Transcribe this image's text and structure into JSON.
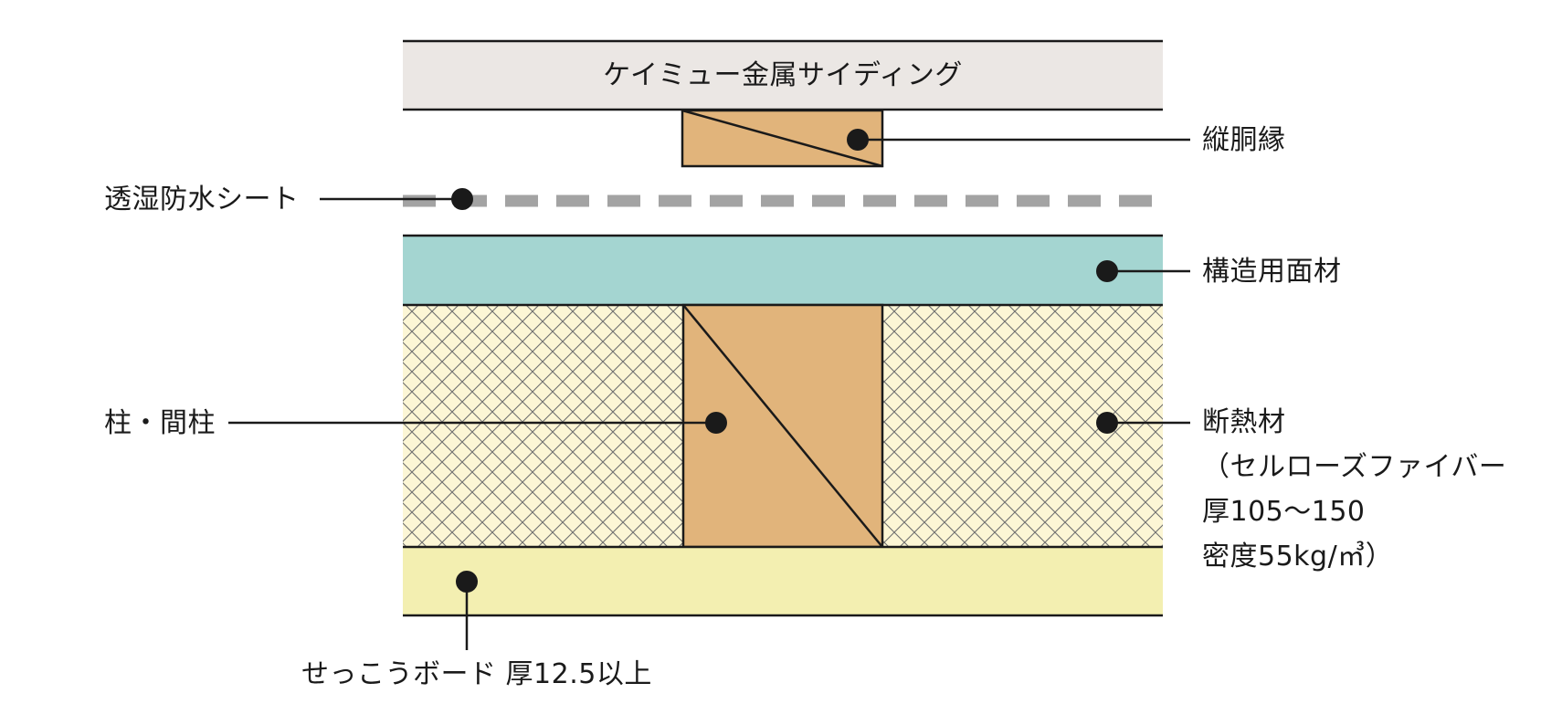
{
  "layers": {
    "siding": {
      "label": "ケイミュー金属サイディング",
      "color": "#ebe7e4"
    },
    "furring": {
      "label": "縦胴縁",
      "color": "#e1b47b"
    },
    "membrane": {
      "label": "透湿防水シート",
      "color": "#a3a3a3"
    },
    "sheathing": {
      "label": "構造用面材",
      "color": "#a4d5d1"
    },
    "studs": {
      "label": "柱・間柱",
      "color": "#e1b47b"
    },
    "insulation": {
      "label": "断熱材",
      "lines": [
        "（セルローズファイバー",
        "厚105〜150",
        "密度55kg/㎥）"
      ],
      "color": "#fcf6d5"
    },
    "gypsum": {
      "label": "せっこうボード 厚12.5以上",
      "color": "#f3efb1"
    }
  },
  "colors": {
    "ink": "#1a1a1a",
    "hatch": "#6f6f6f"
  }
}
